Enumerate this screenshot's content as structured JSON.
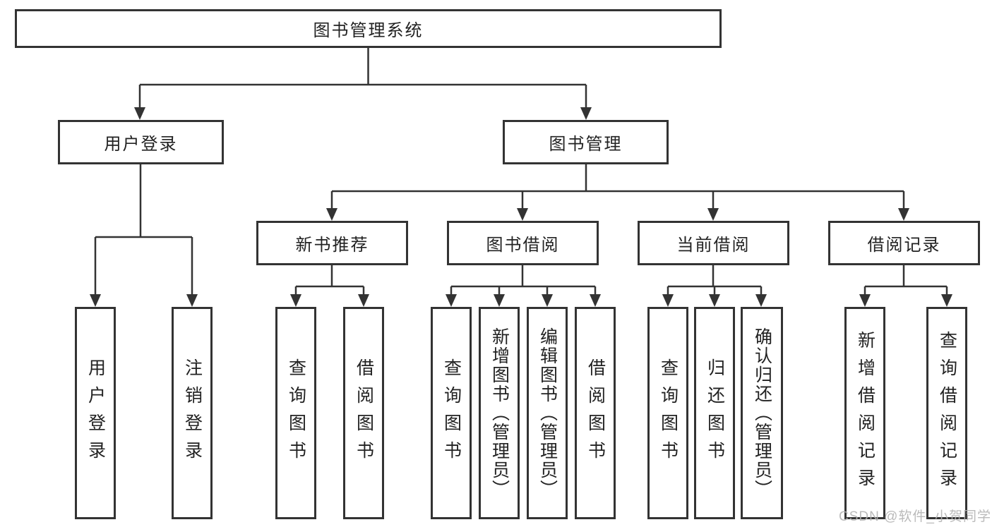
{
  "tree": {
    "root": {
      "label": "图书管理系统"
    },
    "branches": [
      {
        "label": "用户登录",
        "children": [
          {
            "label": "用户登录"
          },
          {
            "label": "注销登录"
          }
        ]
      },
      {
        "label": "图书管理",
        "children": [
          {
            "label": "新书推荐",
            "children": [
              {
                "label": "查询图书"
              },
              {
                "label": "借阅图书"
              }
            ]
          },
          {
            "label": "图书借阅",
            "children": [
              {
                "label": "查询图书"
              },
              {
                "label": "新增图书（管理员）"
              },
              {
                "label": "编辑图书（管理员）"
              },
              {
                "label": "借阅图书"
              }
            ]
          },
          {
            "label": "当前借阅",
            "children": [
              {
                "label": "查询图书"
              },
              {
                "label": "归还图书"
              },
              {
                "label": "确认归还（管理员）"
              }
            ]
          },
          {
            "label": "借阅记录",
            "children": [
              {
                "label": "新增借阅记录"
              },
              {
                "label": "查询借阅记录"
              }
            ]
          }
        ]
      }
    ]
  },
  "watermark": {
    "text": "CSDN @软件_小贺同学"
  },
  "colors": {
    "border": "#333333",
    "line": "#333333",
    "text": "#222222",
    "watermark": "#b3b3b3",
    "background": "#ffffff"
  }
}
